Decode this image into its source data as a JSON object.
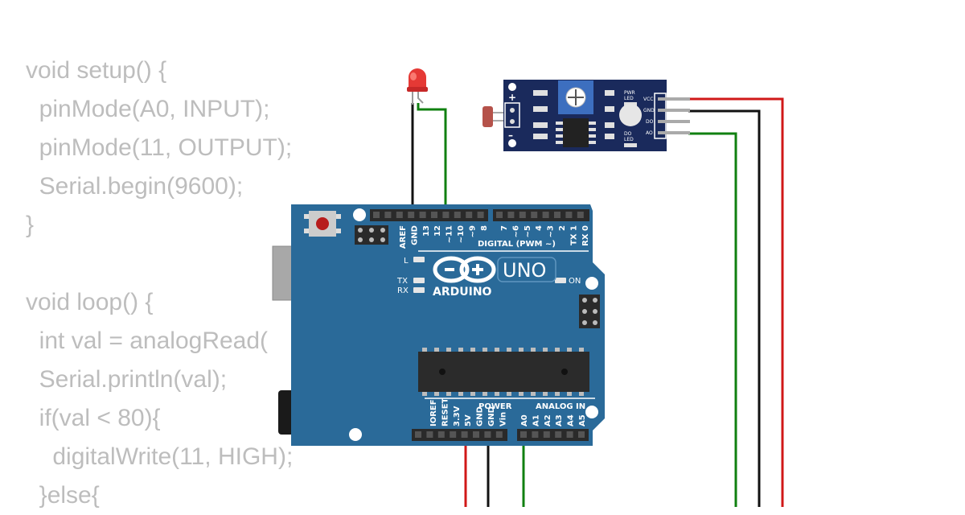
{
  "code_lines": [
    "void setup() {",
    "  pinMode(A0, INPUT);",
    "  pinMode(11, OUTPUT);",
    "  Serial.begin(9600);",
    "}",
    "",
    "void loop() {",
    "  int val = analogRead(",
    "  Serial.println(val);",
    "  if(val < 80){",
    "    digitalWrite(11, HIGH);",
    "  }else{"
  ],
  "board": {
    "logo_text": "ARDUINO",
    "model": "UNO",
    "digital_label": "DIGITAL (PWM ~)",
    "power_label": "POWER",
    "analog_label": "ANALOG IN",
    "on_label": "ON",
    "l_label": "L",
    "tx_label": "TX",
    "rx_label": "RX",
    "digital_pins": [
      "AREF",
      "GND",
      "13",
      "12",
      "~11",
      "~10",
      "~9",
      "8",
      "7",
      "~6",
      "~5",
      "4",
      "~3",
      "2",
      "TX 1",
      "RX 0"
    ],
    "power_pins": [
      "IOREF",
      "RESET",
      "3.3V",
      "5V",
      "GND",
      "GND",
      "Vin"
    ],
    "analog_pins": [
      "A0",
      "A1",
      "A2",
      "A3",
      "A4",
      "A5"
    ]
  },
  "sensor": {
    "pins": [
      "VCC",
      "GND",
      "DO",
      "AO"
    ],
    "pwr_led_label": [
      "PWR",
      "LED"
    ],
    "do_led_label": [
      "DO",
      "LED"
    ],
    "plus_label": "+",
    "minus_label": "–"
  },
  "colors": {
    "code_text": "#bdbdbd",
    "board": "#2a6a99",
    "wire_red": "#d01818",
    "wire_black": "#111111",
    "wire_green": "#108010",
    "sensor_pcb": "#1a2a5c",
    "led": "#e53935"
  }
}
